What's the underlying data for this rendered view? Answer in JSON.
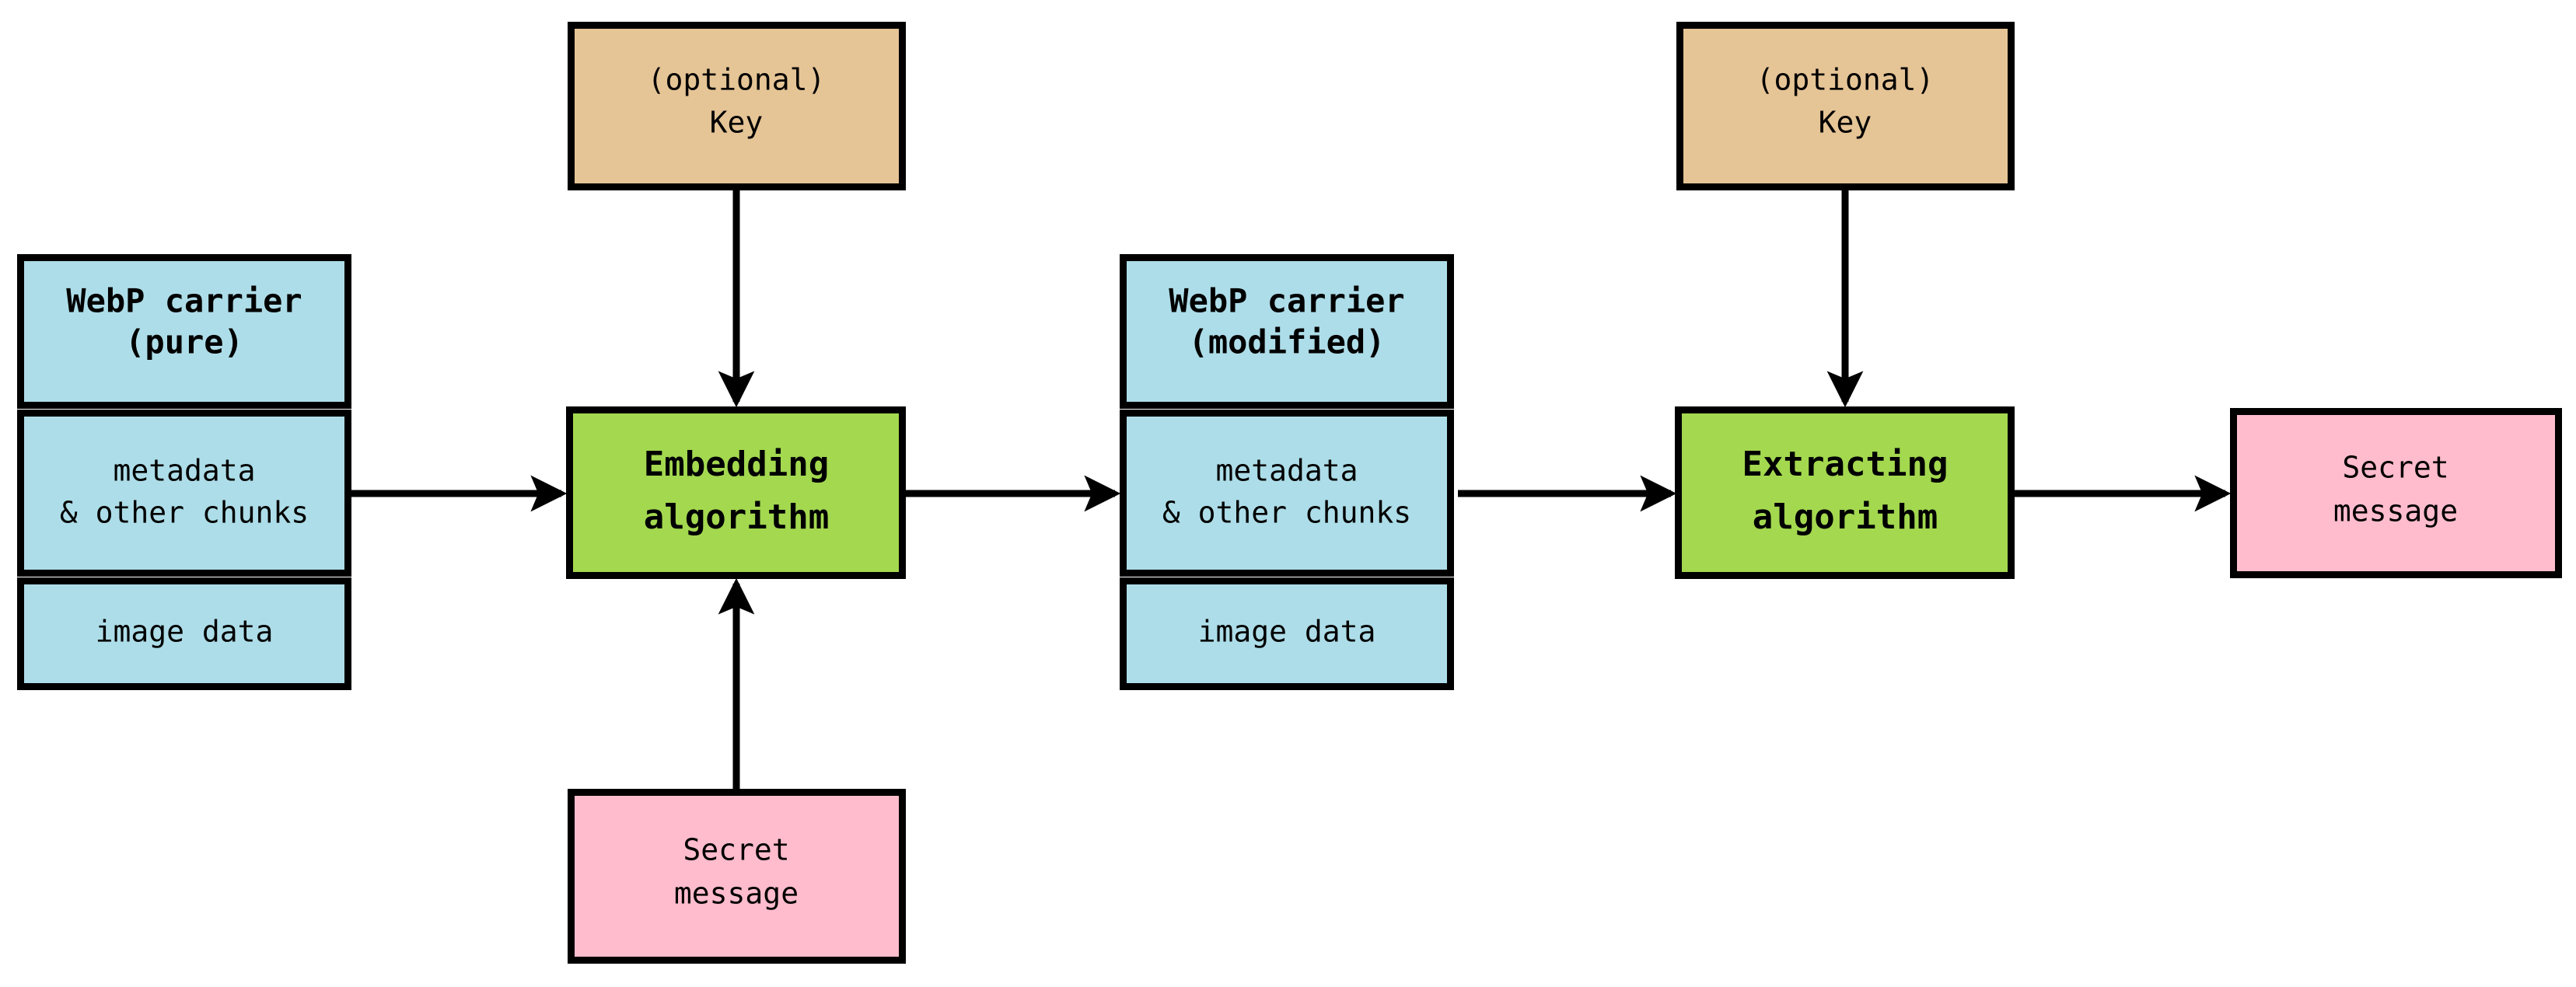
{
  "diagram": {
    "title": "WebP steganography embedding and extracting pipeline",
    "colors": {
      "carrier_fill": "#addde8",
      "key_fill": "#e5c496",
      "algorithm_fill": "#a3d84f",
      "message_fill": "#ffbccd",
      "stroke": "#000000",
      "background": "#ffffff"
    },
    "nodes": [
      {
        "id": "carrier-pure",
        "kind": "carrier",
        "sections": [
          {
            "id": "carrier-pure-title",
            "lines": [
              "WebP carrier",
              "(pure)"
            ],
            "bold": true
          },
          {
            "id": "carrier-pure-metadata",
            "lines": [
              "metadata",
              "& other chunks"
            ],
            "bold": false
          },
          {
            "id": "carrier-pure-imagedata",
            "lines": [
              "image data"
            ],
            "bold": false
          }
        ]
      },
      {
        "id": "key-embed",
        "kind": "key",
        "lines": [
          "(optional)",
          "Key"
        ]
      },
      {
        "id": "embedding-algorithm",
        "kind": "algorithm",
        "lines": [
          "Embedding",
          "algorithm"
        ]
      },
      {
        "id": "secret-message-input",
        "kind": "message",
        "lines": [
          "Secret",
          "message"
        ]
      },
      {
        "id": "carrier-modified",
        "kind": "carrier",
        "sections": [
          {
            "id": "carrier-modified-title",
            "lines": [
              "WebP carrier",
              "(modified)"
            ],
            "bold": true
          },
          {
            "id": "carrier-modified-metadata",
            "lines": [
              "metadata",
              "& other chunks"
            ],
            "bold": false
          },
          {
            "id": "carrier-modified-imagedata",
            "lines": [
              "image data"
            ],
            "bold": false
          }
        ]
      },
      {
        "id": "key-extract",
        "kind": "key",
        "lines": [
          "(optional)",
          "Key"
        ]
      },
      {
        "id": "extracting-algorithm",
        "kind": "algorithm",
        "lines": [
          "Extracting",
          "algorithm"
        ]
      },
      {
        "id": "secret-message-output",
        "kind": "message",
        "lines": [
          "Secret",
          "message"
        ]
      }
    ],
    "edges": [
      {
        "id": "edge-carrier-to-embedding",
        "from": "carrier-pure",
        "to": "embedding-algorithm",
        "direction": "right"
      },
      {
        "id": "edge-key-to-embedding",
        "from": "key-embed",
        "to": "embedding-algorithm",
        "direction": "down"
      },
      {
        "id": "edge-message-to-embedding",
        "from": "secret-message-input",
        "to": "embedding-algorithm",
        "direction": "up"
      },
      {
        "id": "edge-embedding-to-carrier-modified",
        "from": "embedding-algorithm",
        "to": "carrier-modified",
        "direction": "right"
      },
      {
        "id": "edge-carrier-modified-to-extracting",
        "from": "carrier-modified",
        "to": "extracting-algorithm",
        "direction": "right"
      },
      {
        "id": "edge-key-to-extracting",
        "from": "key-extract",
        "to": "extracting-algorithm",
        "direction": "down"
      },
      {
        "id": "edge-extracting-to-message",
        "from": "extracting-algorithm",
        "to": "secret-message-output",
        "direction": "right"
      }
    ],
    "labels": {
      "carrier_pure_title_line1": "WebP carrier",
      "carrier_pure_title_line2": "(pure)",
      "carrier_metadata_line1": "metadata",
      "carrier_metadata_line2": "& other chunks",
      "carrier_imagedata": "image data",
      "key_line1": "(optional)",
      "key_line2": "Key",
      "embedding_line1": "Embedding",
      "embedding_line2": "algorithm",
      "secret_line1": "Secret",
      "secret_line2": "message",
      "carrier_modified_title_line1": "WebP carrier",
      "carrier_modified_title_line2": "(modified)",
      "extracting_line1": "Extracting",
      "extracting_line2": "algorithm"
    }
  }
}
